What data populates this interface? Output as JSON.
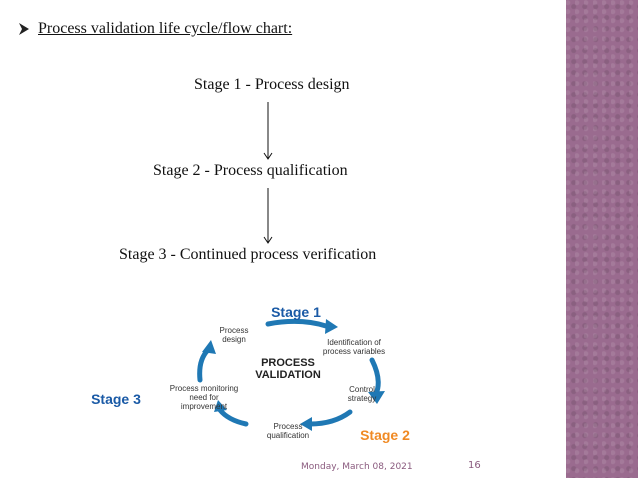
{
  "slide": {
    "heading": "Process validation life cycle/flow chart:",
    "stages": [
      "Stage 1 - Process design",
      "Stage 2 - Process qualification",
      "Stage 3 - Continued process verification"
    ]
  },
  "diagram": {
    "center_line1": "PROCESS",
    "center_line2": "VALIDATION",
    "stage1": "Stage 1",
    "stage2": "Stage 2",
    "stage3": "Stage 3",
    "process_design_1": "Process",
    "process_design_2": "design",
    "identification_1": "Identification of",
    "identification_2": "process variables",
    "control_1": "Control",
    "control_2": "strategy",
    "qualification_1": "Process",
    "qualification_2": "qualification",
    "monitoring_1": "Process monitoring",
    "monitoring_2": "need for",
    "monitoring_3": "improvement"
  },
  "footer": {
    "date": "Monday, March 08, 2021",
    "page": "16"
  },
  "colors": {
    "sidebar": "#9a6b8f",
    "cycle_arrow": "#1f78b4",
    "stage_blue": "#1a5aa6",
    "stage_orange": "#f08a24"
  }
}
